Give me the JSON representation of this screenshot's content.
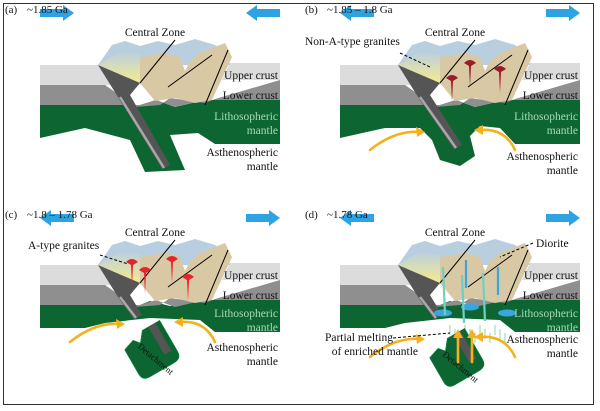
{
  "figure": {
    "colors": {
      "upper_crust_left": "#dcdcdc",
      "lower_crust": "#8f8f8f",
      "lithospheric_mantle": "#0d6632",
      "central_zone": "#d8c8a4",
      "slab_dark": "#555555",
      "slab_light": "#a8a8a8",
      "arrow_blue": "#2ea3e2",
      "arrow_orange": "#f5b11b",
      "granite_nonA": "#9b1b2a",
      "granite_A": "#e8232b",
      "diorite": "#3aa6e0",
      "diorite_dyke": "#6fd0c0",
      "mountains": "#b9cfe0",
      "glow": "#f7ec8a"
    },
    "panels": [
      {
        "id": "a",
        "label": "(a)",
        "age": "~1.85 Ga",
        "central_zone": "Central Zone",
        "upper_crust": "Upper crust",
        "lower_crust": "Lower crust",
        "litho_1": "Lithosopheric",
        "litho_2": "mantle",
        "astheno_1": "Asthenospheric",
        "astheno_2": "mantle",
        "motion": "convergent"
      },
      {
        "id": "b",
        "label": "(b)",
        "age": "~1.85 – 1.8 Ga",
        "central_zone": "Central Zone",
        "annotation": "Non-A-type granites",
        "upper_crust": "Upper crust",
        "lower_crust": "Lower crust",
        "litho_1": "Lithosopheric",
        "litho_2": "mantle",
        "astheno_1": "Asthenospheric",
        "astheno_2": "mantle",
        "motion": "divergent"
      },
      {
        "id": "c",
        "label": "(c)",
        "age": "~1.8 – 1.78 Ga",
        "central_zone": "Central Zone",
        "annotation": "A-type granites",
        "upper_crust": "Upper crust",
        "lower_crust": "Lower crust",
        "litho_1": "Lithosopheric",
        "litho_2": "mantle",
        "astheno_1": "Asthenospheric",
        "astheno_2": "mantle",
        "detachment": "Detachment",
        "motion": "divergent"
      },
      {
        "id": "d",
        "label": "(d)",
        "age": "~1.78  Ga",
        "central_zone": "Central Zone",
        "annotation": "Diorite",
        "upper_crust": "Upper crust",
        "lower_crust": "Lower crust",
        "litho_1": "Lithosopheric",
        "litho_2": "mantle",
        "astheno_1": "Asthenospheric",
        "astheno_2": "mantle",
        "partial_1": "Partial melting",
        "partial_2": "of enriched mantle",
        "detachment": "Detachment",
        "motion": "divergent"
      }
    ]
  }
}
